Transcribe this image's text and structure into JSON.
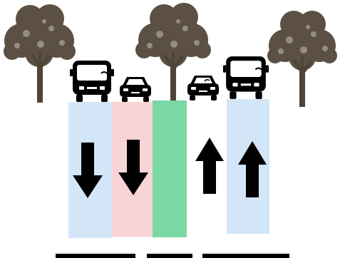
{
  "diagram": {
    "lanes": [
      {
        "role": "bus-lane",
        "direction": "down",
        "vehicle": "bus-icon",
        "color": "#d3e6f8"
      },
      {
        "role": "car-lane",
        "direction": "down",
        "vehicle": "car-icon",
        "color": "#f9d4d6"
      },
      {
        "role": "median",
        "direction": "none",
        "vehicle": "",
        "color": "#79d8a4"
      },
      {
        "role": "car-lane",
        "direction": "up",
        "vehicle": "car-icon",
        "color": "#ffffff"
      },
      {
        "role": "bus-lane",
        "direction": "up",
        "vehicle": "bus-icon",
        "color": "#d3e6f8"
      }
    ],
    "trees": [
      "tree-icon",
      "tree-icon",
      "tree-icon"
    ],
    "colors": {
      "arrow": "#000000",
      "vehicle": "#000000",
      "tree_trunk": "#4e4438",
      "tree_foliage": "#5b5043",
      "scale_bar": "#000000"
    }
  }
}
